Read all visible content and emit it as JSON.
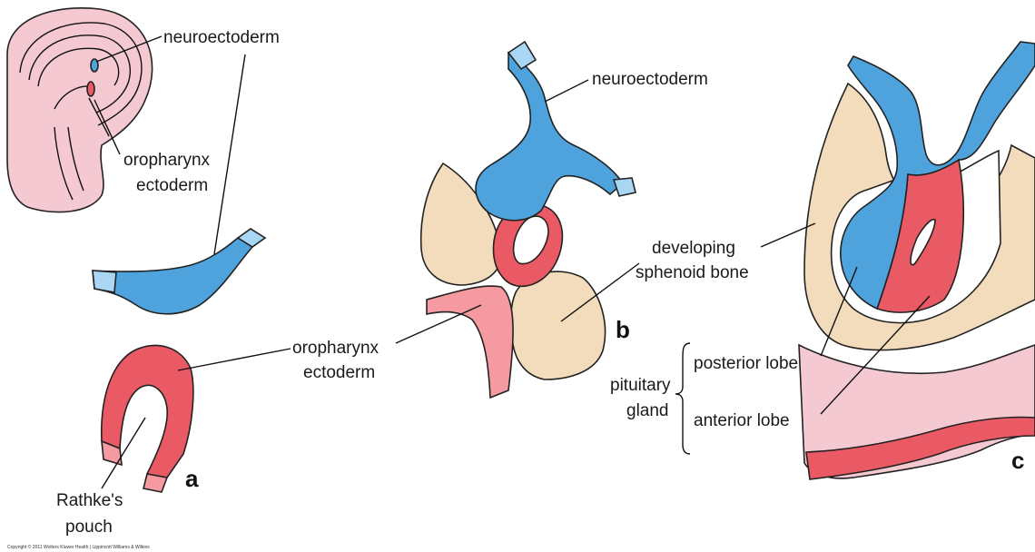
{
  "labels": {
    "neuroectoderm_a": "neuroectoderm",
    "oropharynx_a_1": "oropharynx",
    "oropharynx_a_2": "ectoderm",
    "neuroectoderm_b": "neuroectoderm",
    "developing_1": "developing",
    "developing_2": "sphenoid bone",
    "oropharynx_mid_1": "oropharynx",
    "oropharynx_mid_2": "ectoderm",
    "pituitary_1": "pituitary",
    "pituitary_2": "gland",
    "posterior_lobe": "posterior lobe",
    "anterior_lobe": "anterior lobe",
    "rathke_1": "Rathke's",
    "rathke_2": "pouch"
  },
  "panels": {
    "a": "a",
    "b": "b",
    "c": "c"
  },
  "copyright": "Copyright © 2011 Wolters Kluwer Health | Lippincott Williams & Wilkins",
  "colors": {
    "neuroectoderm": "#4ea3dc",
    "neuroectoderm_light": "#a9d6f2",
    "ectoderm": "#ea5a64",
    "ectoderm_light": "#f49aa0",
    "embryo": "#f5c9d2",
    "bone": "#f3dcbc"
  }
}
